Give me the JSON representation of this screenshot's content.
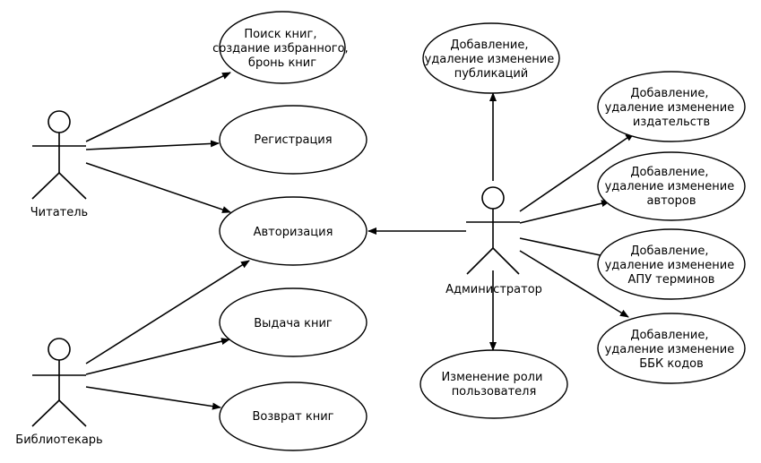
{
  "actors": {
    "reader": "Читатель",
    "librarian": "Библиотекарь",
    "admin": "Администратор"
  },
  "usecases": {
    "search": [
      "Поиск книг,",
      "создание избранного,",
      "бронь книг"
    ],
    "registration": [
      "Регистрация"
    ],
    "authorization": [
      "Авторизация"
    ],
    "issue": [
      "Выдача книг"
    ],
    "return": [
      "Возврат книг"
    ],
    "publications": [
      "Добавление,",
      "удаление изменение",
      "публикаций"
    ],
    "publishers": [
      "Добавление,",
      "удаление изменение",
      "издательств"
    ],
    "authors": [
      "Добавление,",
      "удаление изменение",
      "авторов"
    ],
    "apu": [
      "Добавление,",
      "удаление изменение",
      "АПУ терминов"
    ],
    "bbk": [
      "Добавление,",
      "удаление изменение",
      "ББК кодов"
    ],
    "role": [
      "Изменение роли",
      "пользователя"
    ]
  }
}
